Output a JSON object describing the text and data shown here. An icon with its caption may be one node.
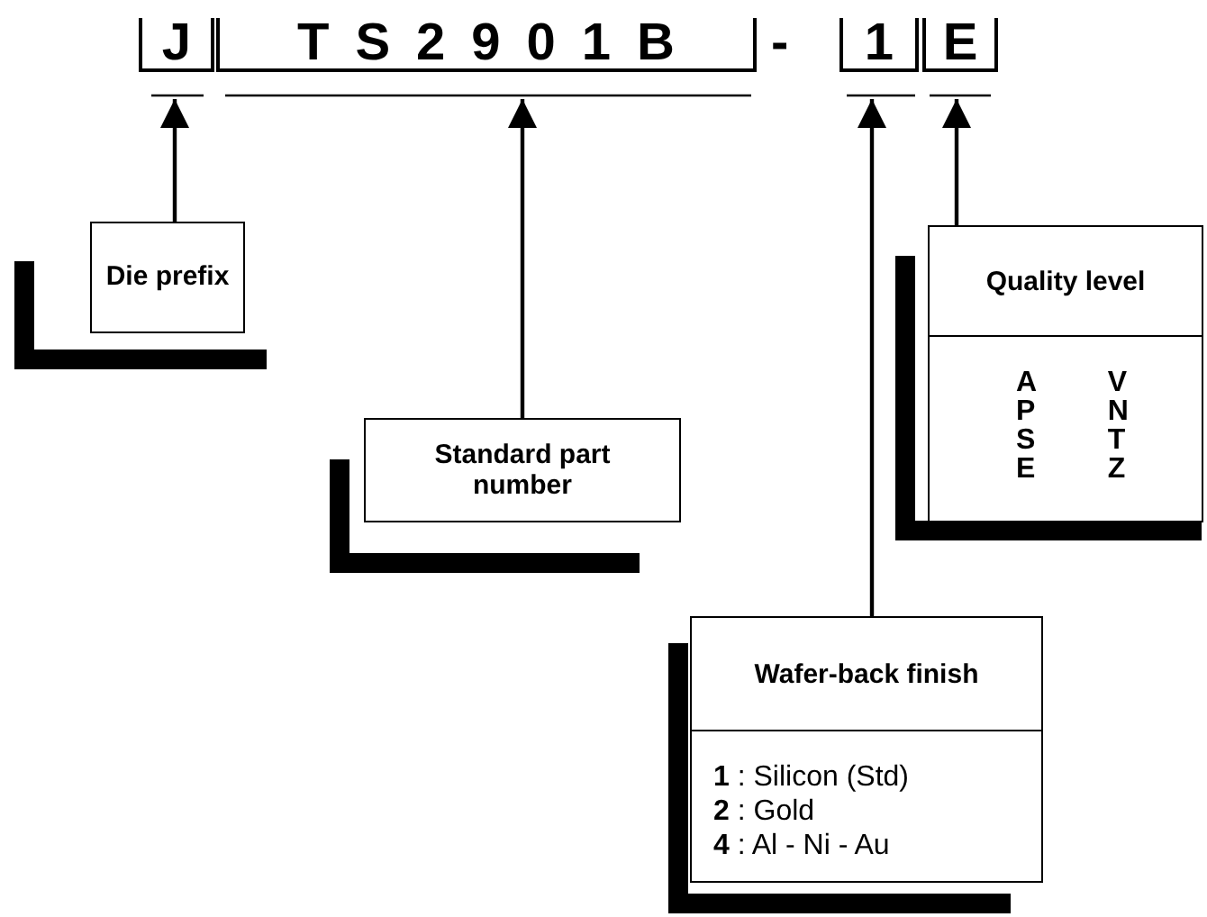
{
  "diagram": {
    "nodes": [
      {
        "text": [
          "J"
        ]
      },
      {
        "text": [
          "TS2901B"
        ]
      },
      {
        "text": [
          "1"
        ]
      },
      {
        "text": [
          "E"
        ]
      },
      {
        "text": [
          "Die prefix"
        ]
      },
      {
        "text": [
          "Standard part number"
        ]
      },
      {
        "text": [
          "Wafer-back finish",
          "**1** : Silicon (Std)",
          "**2** : Gold",
          "**4** : Al - Ni - Au"
        ]
      },
      {
        "text": [
          "Quality level",
          "A P S E",
          "V N T Z"
        ]
      }
    ],
    "edges": [
      {
        "from": 4,
        "to": 0,
        "arrow": "to"
      },
      {
        "from": 5,
        "to": 1,
        "arrow": "to"
      },
      {
        "from": 6,
        "to": 2,
        "arrow": "to"
      },
      {
        "from": 7,
        "to": 3,
        "arrow": "to"
      }
    ],
    "labels": [
      "-"
    ]
  }
}
